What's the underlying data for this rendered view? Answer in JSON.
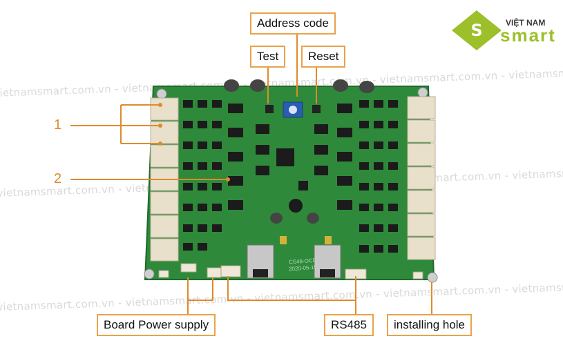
{
  "watermark": "vietnamsmart.com.vn - vietnamsmart.com.vn - vietnamsmart.com.vn - vietnamsmart.com.vn - vietnamsmart.com.vn",
  "logo": {
    "line1": "VIỆT NAM",
    "line2": "smart",
    "color": "#9cbf2a"
  },
  "annotations": {
    "address_code": "Address code",
    "test": "Test",
    "reset": "Reset",
    "n1": "1",
    "n2": "2",
    "board_power": "Board Power supply",
    "rs485": "RS485",
    "installing_hole": "installing hole"
  },
  "board_silkscreen": {
    "model": "CS48-OCD",
    "date": "2020-05-15"
  },
  "colors": {
    "accent": "#e08a2a",
    "pcb": "#2e8a3a",
    "terminal": "#e9e0cc"
  }
}
